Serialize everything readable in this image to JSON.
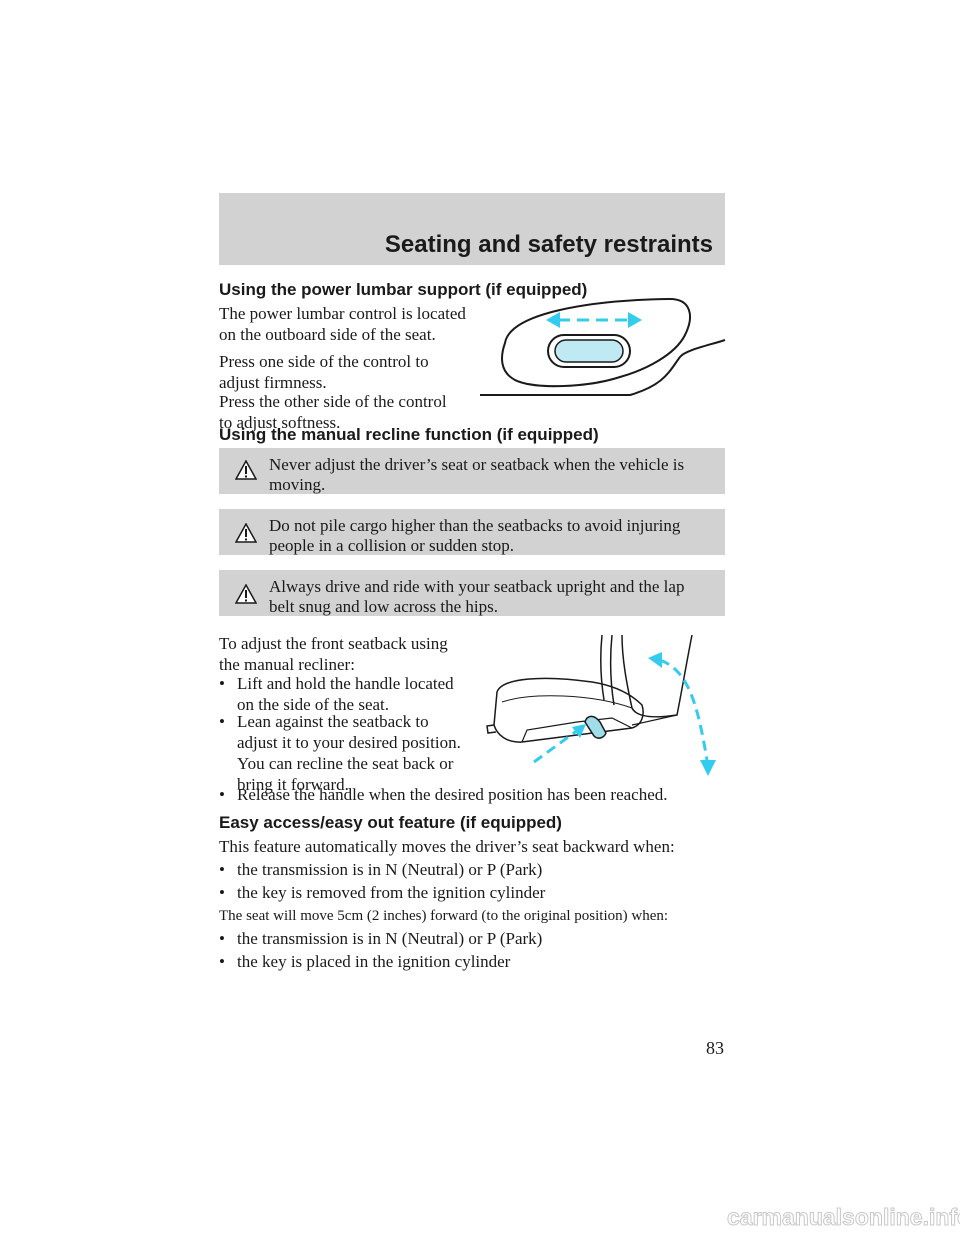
{
  "header": {
    "title": "Seating and safety restraints"
  },
  "lumbar": {
    "heading": "Using the power lumbar support (if equipped)",
    "p1": [
      "The power lumbar control is located",
      "on the outboard side of the seat."
    ],
    "p2": [
      "Press one side of the control to",
      "adjust firmness."
    ],
    "p3": [
      "Press the other side of the control",
      "to adjust softness."
    ]
  },
  "recline": {
    "heading": "Using the manual recline function (if equipped)",
    "warnings": [
      [
        "Never adjust the driver’s seat or seatback when the vehicle is",
        "moving."
      ],
      [
        "Do not pile cargo higher than the seatbacks to avoid injuring",
        "people in a collision or sudden stop."
      ],
      [
        "Always drive and ride with your seatback upright and the lap",
        "belt snug and low across the hips."
      ]
    ],
    "intro": [
      "To adjust the front seatback using",
      "the manual recliner:"
    ],
    "bullets": [
      [
        "Lift and hold the handle located",
        "on the side of the seat."
      ],
      [
        "Lean against the seatback to",
        "adjust it to your desired position.",
        "You can recline the seat back or",
        "bring it forward."
      ],
      [
        "Release the handle when the desired position has been reached."
      ]
    ]
  },
  "easy": {
    "heading": "Easy access/easy out feature (if equipped)",
    "intro": "This feature automatically moves the driver’s seat backward when:",
    "bullets1": [
      "the transmission is in N (Neutral) or P (Park)",
      "the key is removed from the ignition cylinder"
    ],
    "note": "The seat will move 5cm (2 inches) forward (to the original position) when:",
    "bullets2": [
      "the transmission is in N (Neutral) or P (Park)",
      "the key is placed in the ignition cylinder"
    ]
  },
  "bullet_char": "•",
  "page_number": "83",
  "footer": {
    "logo_text": "carmanualsonline.info"
  },
  "colors": {
    "band": "#d2d2d2",
    "accent": "#33ccee"
  }
}
